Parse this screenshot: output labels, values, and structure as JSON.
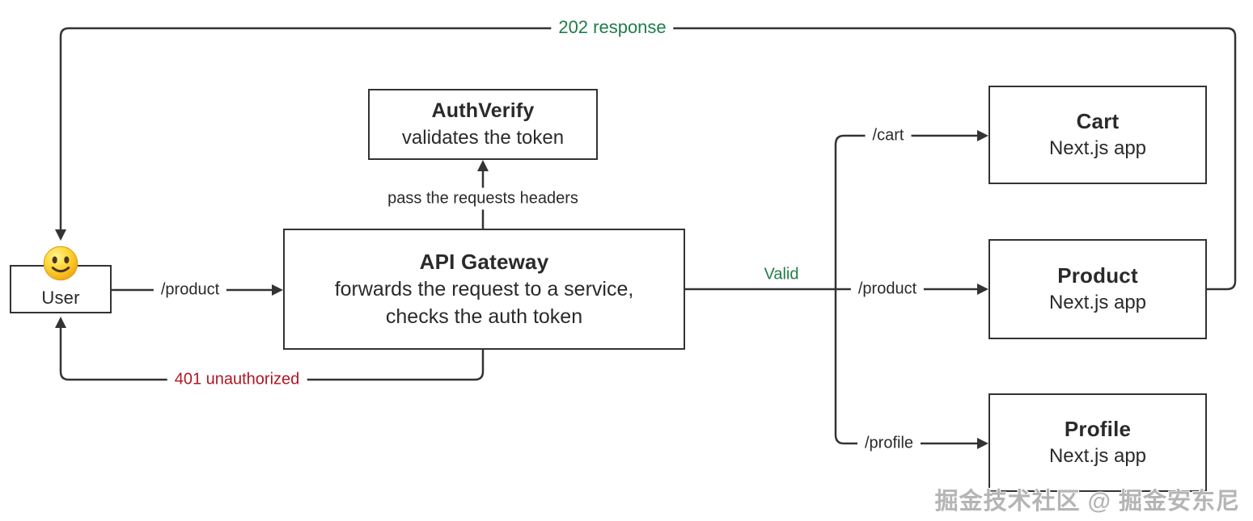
{
  "colors": {
    "line": "#333333",
    "text": "#2a2a2a",
    "success_green": "#1f7d49",
    "error_red": "#b01724",
    "watermark_gray": "#b5b5b5",
    "emoji_yellow": "#ffd93b"
  },
  "nodes": {
    "user": {
      "label": "User",
      "icon": "smiley-face-emoji"
    },
    "auth_verify": {
      "title": "AuthVerify",
      "description": "validates the token"
    },
    "api_gateway": {
      "title": "API Gateway",
      "description_line1": "forwards the request to a service,",
      "description_line2": "checks the auth token"
    },
    "cart": {
      "title": "Cart",
      "subtitle": "Next.js app"
    },
    "product": {
      "title": "Product",
      "subtitle": "Next.js app"
    },
    "profile": {
      "title": "Profile",
      "subtitle": "Next.js app"
    }
  },
  "edges": {
    "response_202": {
      "label": "202 response"
    },
    "user_request": {
      "label": "/product"
    },
    "pass_headers": {
      "label": "pass the requests headers"
    },
    "unauthorized": {
      "label": "401 unauthorized"
    },
    "valid": {
      "label": "Valid"
    },
    "route_cart": {
      "label": "/cart"
    },
    "route_product": {
      "label": "/product"
    },
    "route_profile": {
      "label": "/profile"
    }
  },
  "watermark": {
    "text": "掘金技术社区 @ 掘金安东尼"
  }
}
